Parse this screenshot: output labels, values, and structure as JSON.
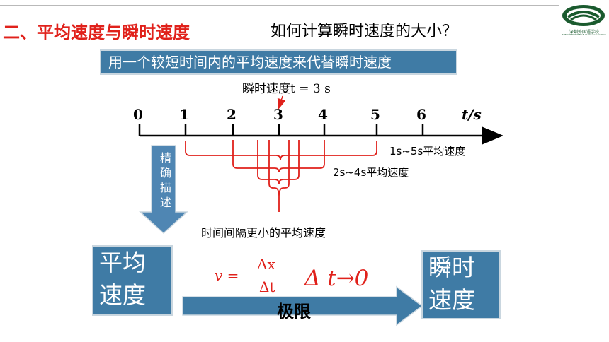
{
  "header": {
    "section_title": "二、平均速度与瞬时速度",
    "question": "如何计算瞬时速度的大小？",
    "logo_text": "深圳外国语学校",
    "logo_subtext": "SHENZHEN FOREIGN LANGUAGE SCHOOL"
  },
  "method": "用一个较短时间内的平均速度来代替瞬时速度",
  "timeline": {
    "instant_label": "瞬时速度t = 3 s",
    "ticks": [
      "0",
      "1",
      "2",
      "3",
      "4",
      "5",
      "6"
    ],
    "unit": "t/s",
    "ranges": [
      "1s~5s平均速度",
      "2s~4s平均速度"
    ],
    "smaller_interval": "时间间隔更小的平均速度"
  },
  "description_arrow": [
    "精",
    "确",
    "描",
    "述"
  ],
  "boxes": {
    "average": [
      "平均",
      "速度"
    ],
    "instant": [
      "瞬时",
      "速度"
    ]
  },
  "limit_arrow_label": "极限",
  "formula": {
    "v": "v =",
    "numerator": "Δx",
    "denominator": "Δt",
    "limit": "Δ t→0"
  },
  "colors": {
    "title_red": "#e0211b",
    "box_blue": "#3f7ba5",
    "bracket_red": "#e0211b"
  }
}
